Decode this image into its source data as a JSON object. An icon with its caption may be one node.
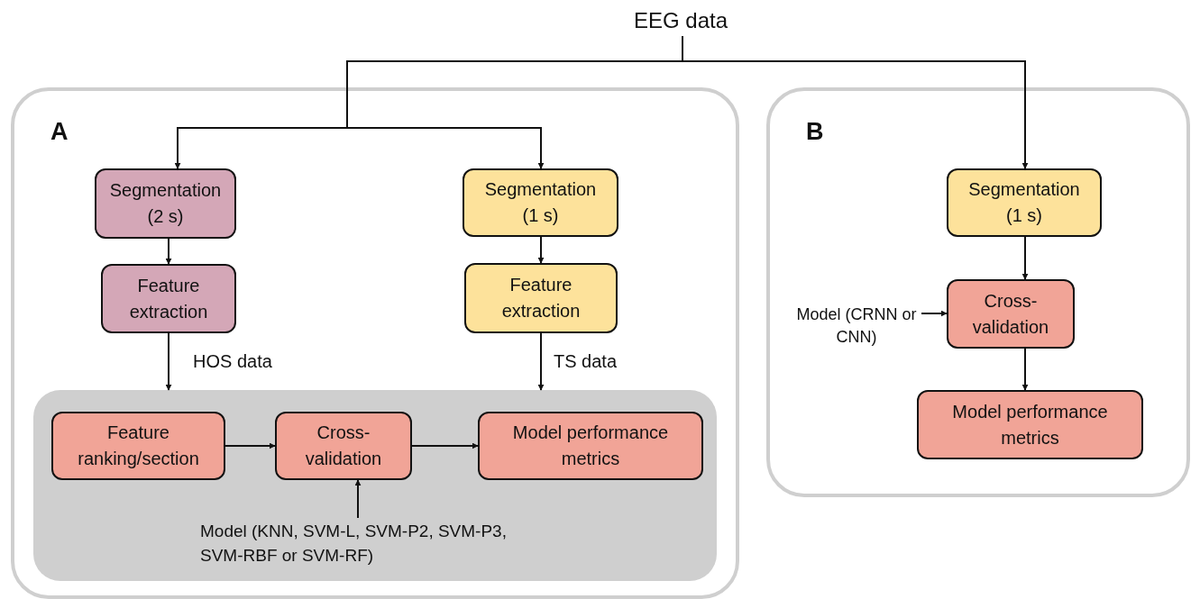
{
  "diagram": {
    "nodes": [
      {
        "text": [
          "EEG data"
        ]
      },
      {
        "text": [
          "A"
        ]
      },
      {
        "text": [
          "Segmentation (2 s)"
        ],
        "in": 1
      },
      {
        "text": [
          "Feature extraction"
        ],
        "in": 1
      },
      {
        "text": [
          "Segmentation (1 s)"
        ],
        "in": 1
      },
      {
        "text": [
          "Feature extraction"
        ],
        "in": 1
      },
      {
        "text": [],
        "shape": "box",
        "in": 1
      },
      {
        "text": [
          "Feature ranking/section"
        ],
        "in": 6
      },
      {
        "text": [
          "Cross-validation"
        ],
        "in": 6
      },
      {
        "text": [
          "Model performance metrics"
        ],
        "in": 6
      },
      {
        "text": [
          "Model (KNN, SVM-L, SVM-P2, SVM-P3, SVM-RBF or SVM-RF)"
        ],
        "in": 6
      },
      {
        "text": [
          "B"
        ]
      },
      {
        "text": [
          "Segmentation (1 s)"
        ],
        "in": 11
      },
      {
        "text": [
          "Cross-validation"
        ],
        "in": 11
      },
      {
        "text": [
          "Model performance metrics"
        ],
        "in": 11
      },
      {
        "text": [
          "Model (CRNN or CNN)"
        ],
        "in": 11
      }
    ],
    "edges": [
      {
        "from": 0,
        "to": 2,
        "arrow": "to"
      },
      {
        "from": 0,
        "to": 4,
        "arrow": "to"
      },
      {
        "from": 0,
        "to": 12,
        "arrow": "to"
      },
      {
        "from": 2,
        "to": 3,
        "arrow": "to"
      },
      {
        "from": 4,
        "to": 5,
        "arrow": "to"
      },
      {
        "from": 3,
        "to": 6,
        "arrow": "to",
        "label": "HOS data"
      },
      {
        "from": 5,
        "to": 6,
        "arrow": "to",
        "label": "TS data"
      },
      {
        "from": 7,
        "to": 8,
        "arrow": "to"
      },
      {
        "from": 8,
        "to": 9,
        "arrow": "to"
      },
      {
        "from": 10,
        "to": 8,
        "arrow": "to"
      },
      {
        "from": 12,
        "to": 13,
        "arrow": "to"
      },
      {
        "from": 13,
        "to": 14,
        "arrow": "to"
      },
      {
        "from": 15,
        "to": 13,
        "arrow": "to"
      }
    ]
  }
}
